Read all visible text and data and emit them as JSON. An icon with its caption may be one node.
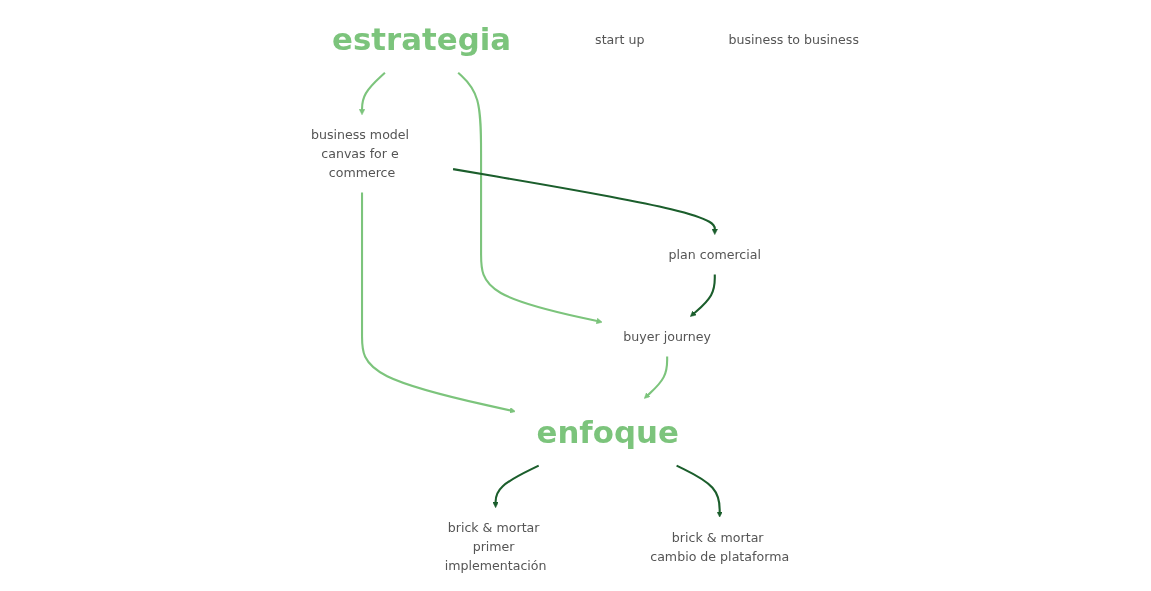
{
  "diagram": {
    "nodes": [
      {
        "text": [
          "estrategia"
        ]
      },
      {
        "text": [
          "business model canvas for e commerce"
        ]
      },
      {
        "text": [
          "plan comercial"
        ]
      },
      {
        "text": [
          "buyer journey"
        ]
      },
      {
        "text": [
          "enfoque"
        ]
      },
      {
        "text": [
          "start up"
        ]
      },
      {
        "text": [
          "brick & mortar primer implementación"
        ]
      },
      {
        "text": [
          "business to business"
        ]
      },
      {
        "text": [
          "brick & mortar cambio de plataforma"
        ]
      }
    ],
    "edges": [
      {
        "from": 0,
        "to": 1,
        "arrow": "to",
        "color": "#7cc47c"
      },
      {
        "from": 0,
        "to": 3,
        "arrow": "to",
        "color": "#7cc47c"
      },
      {
        "from": 1,
        "to": 2,
        "arrow": "to",
        "color": "#1b5e2c"
      },
      {
        "from": 2,
        "to": 3,
        "arrow": "to",
        "color": "#1b5e2c"
      },
      {
        "from": 1,
        "to": 4,
        "arrow": "to",
        "color": "#7cc47c"
      },
      {
        "from": 3,
        "to": 4,
        "arrow": "to",
        "color": "#7cc47c"
      },
      {
        "from": 4,
        "to": 6,
        "arrow": "to",
        "color": "#1b5e2c"
      },
      {
        "from": 4,
        "to": 8,
        "arrow": "to",
        "color": "#1b5e2c"
      }
    ]
  }
}
